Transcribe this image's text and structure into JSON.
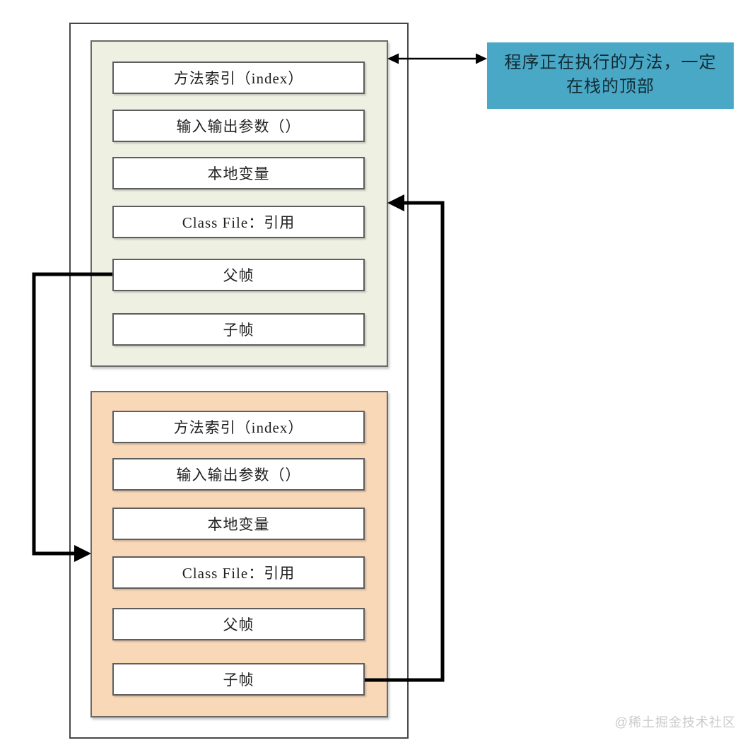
{
  "diagram": {
    "frames": {
      "top": {
        "bg_color": "#eef0e1",
        "rows": [
          "方法索引（index）",
          "输入输出参数（）",
          "本地变量",
          "Class File：引用",
          "父帧",
          "子帧"
        ]
      },
      "bottom": {
        "bg_color": "#f9d8b8",
        "rows": [
          "方法索引（index）",
          "输入输出参数（）",
          "本地变量",
          "Class File：引用",
          "父帧",
          "子帧"
        ]
      }
    },
    "annotation": {
      "lines": [
        "程序正在执行的方法，一定",
        "在栈的顶部"
      ],
      "bg_color": "#4aa8c7"
    },
    "connectors": [
      {
        "name": "annotation-double-arrow",
        "type": "double-headed-arrow",
        "connects": [
          "top-stack-frame",
          "annotation-note"
        ]
      },
      {
        "name": "child-to-top-frame-arrow",
        "type": "arrow",
        "connects": [
          "bottom-frame-child-row",
          "top-stack-frame"
        ]
      },
      {
        "name": "parent-to-bottom-frame-arrow",
        "type": "arrow",
        "connects": [
          "top-frame-parent-row",
          "bottom-stack-frame"
        ]
      }
    ],
    "watermark": "@稀土掘金技术社区",
    "colors": {
      "top_frame_bg": "#eef0e1",
      "bottom_frame_bg": "#f9d8b8",
      "annotation_bg": "#4aa8c7",
      "arrow": "#000000",
      "border": "#5e5e5e"
    }
  }
}
